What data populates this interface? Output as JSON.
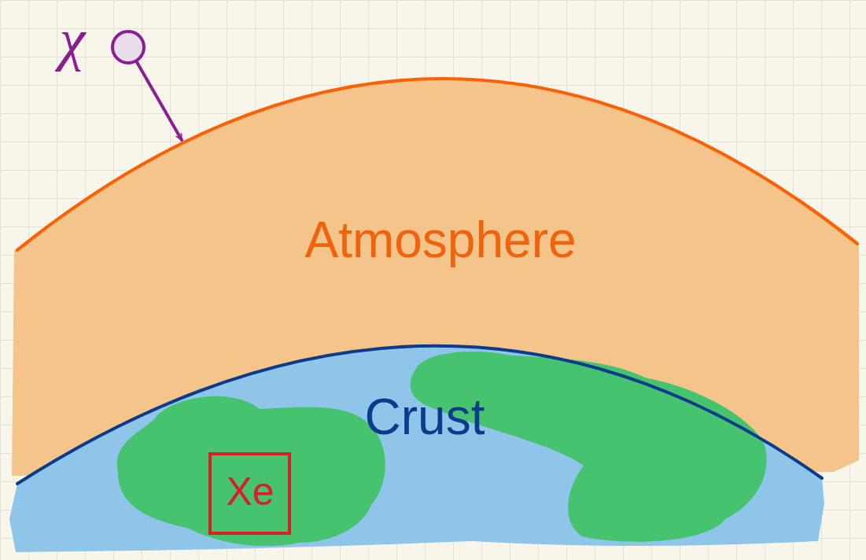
{
  "diagram": {
    "nodes": [
      {
        "text": [
          "χ"
        ]
      },
      {
        "text": [
          "Atmosphere"
        ]
      },
      {
        "text": [
          "Crust"
        ]
      },
      {
        "text": [
          "Xe"
        ],
        "in": 2
      }
    ],
    "edges": [
      {
        "from": 0,
        "to": 1,
        "arrow": "to"
      }
    ]
  }
}
